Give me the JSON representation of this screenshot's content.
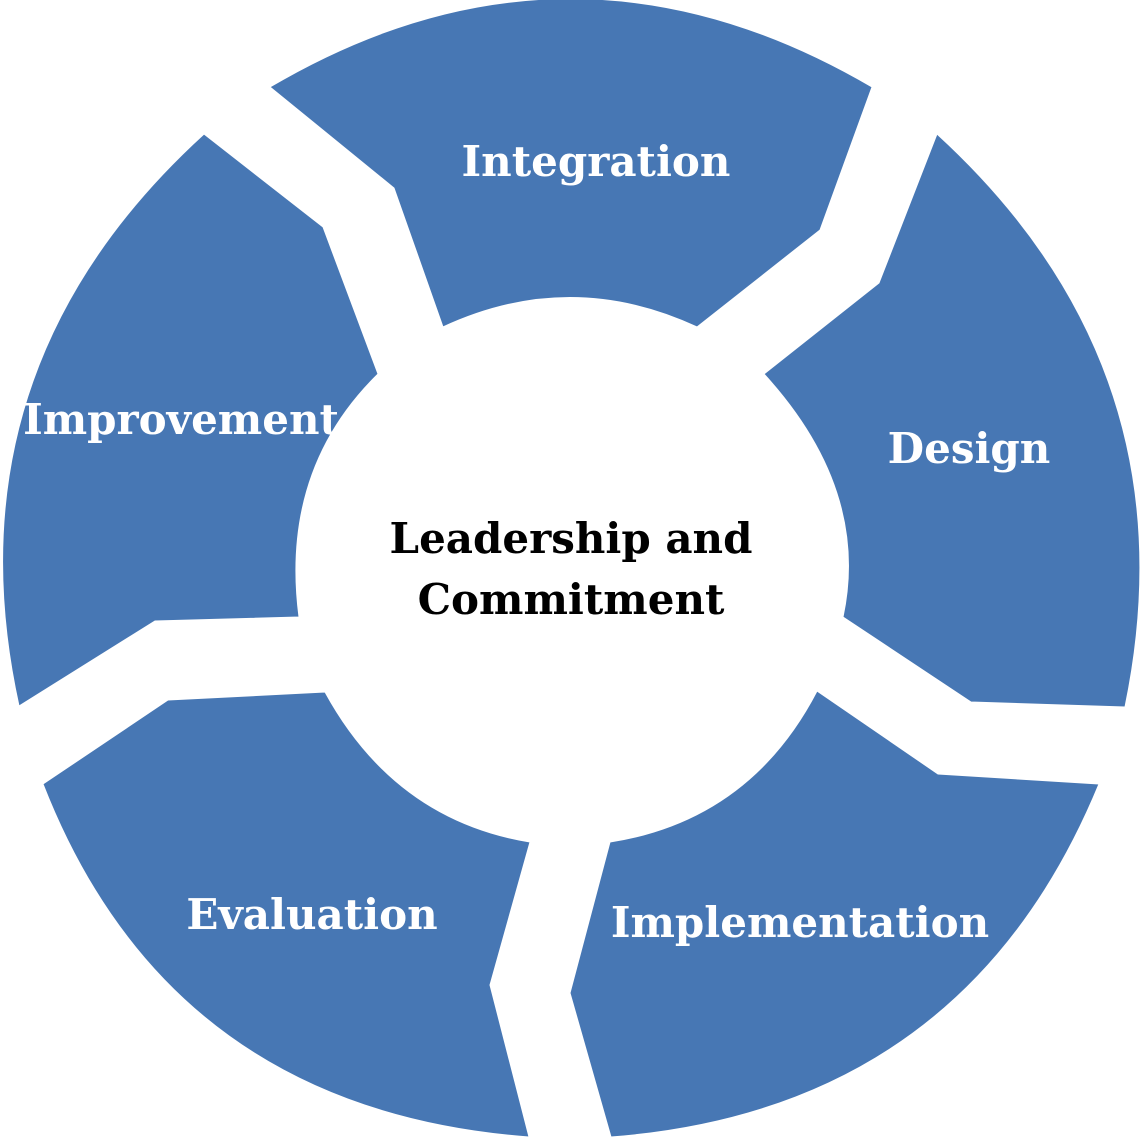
{
  "diagram": {
    "center_text_line1": "Leadership and",
    "center_text_line2": "Commitment",
    "segments": [
      {
        "label": "Integration"
      },
      {
        "label": "Design"
      },
      {
        "label": "Implementation"
      },
      {
        "label": "Evaluation"
      },
      {
        "label": "Improvement"
      }
    ],
    "colors": {
      "segment_fill": "#4777b4",
      "segment_text": "#ffffff",
      "center_text": "#000000",
      "background": "#ffffff"
    }
  }
}
